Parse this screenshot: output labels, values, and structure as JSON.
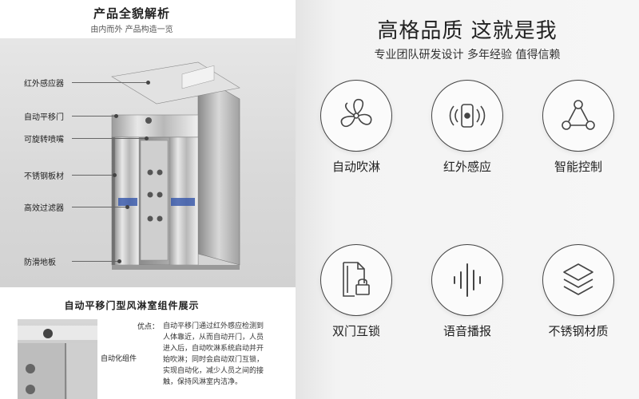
{
  "left": {
    "title": "产品全貌解析",
    "subtitle": "由内而外 产品构造一览",
    "callouts": [
      "红外感应器",
      "自动平移门",
      "可旋转喷嘴",
      "不锈钢板材",
      "高效过滤器",
      "防滑地板"
    ],
    "combo_title": "自动平移门型风淋室组件展示",
    "thumb_label": "自动化组件",
    "advantage_key": "优点：",
    "advantage_text": "自动平移门通过红外感应检测到人体靠近，从而自动开门，人员进入后，自动吹淋系统启动并开始吹淋；同时会启动双门互锁，实现自动化，减少人员之间的接触，保持风淋室内洁净。"
  },
  "right": {
    "title": "高格品质 这就是我",
    "subtitle": "专业团队研发设计 多年经验 值得信赖",
    "features": [
      {
        "label": "自动吹淋",
        "icon": "fan-icon"
      },
      {
        "label": "红外感应",
        "icon": "infrared-sensor-icon"
      },
      {
        "label": "智能控制",
        "icon": "network-nodes-icon"
      },
      {
        "label": "双门互锁",
        "icon": "document-lock-icon"
      },
      {
        "label": "语音播报",
        "icon": "sound-wave-icon"
      },
      {
        "label": "不锈钢材质",
        "icon": "layers-icon"
      }
    ]
  }
}
